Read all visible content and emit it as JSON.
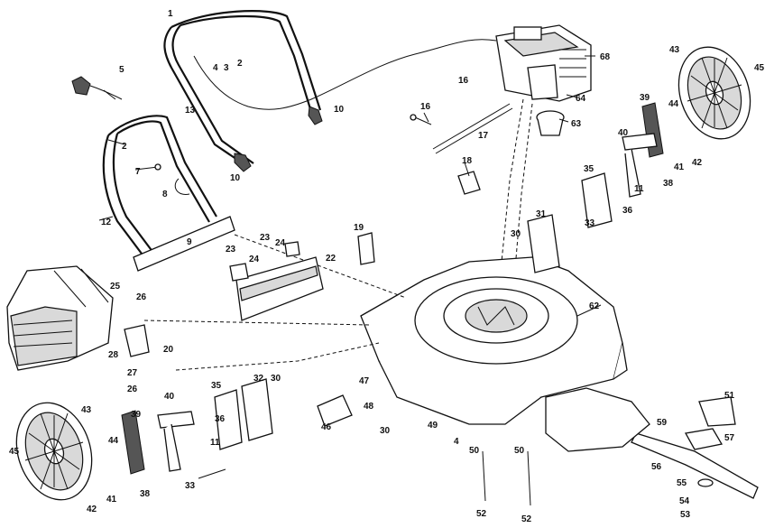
{
  "callouts": [
    {
      "id": "c1",
      "text": "1"
    },
    {
      "id": "c2a",
      "text": "2"
    },
    {
      "id": "c2b",
      "text": "2"
    },
    {
      "id": "c3",
      "text": "3"
    },
    {
      "id": "c4a",
      "text": "4"
    },
    {
      "id": "c4b",
      "text": "4"
    },
    {
      "id": "c5",
      "text": "5"
    },
    {
      "id": "c7",
      "text": "7"
    },
    {
      "id": "c8",
      "text": "8"
    },
    {
      "id": "c9",
      "text": "9"
    },
    {
      "id": "c10a",
      "text": "10"
    },
    {
      "id": "c10b",
      "text": "10"
    },
    {
      "id": "c11a",
      "text": "11"
    },
    {
      "id": "c11b",
      "text": "11"
    },
    {
      "id": "c12",
      "text": "12"
    },
    {
      "id": "c13",
      "text": "13"
    },
    {
      "id": "c16a",
      "text": "16"
    },
    {
      "id": "c16b",
      "text": "16"
    },
    {
      "id": "c17",
      "text": "17"
    },
    {
      "id": "c18",
      "text": "18"
    },
    {
      "id": "c19",
      "text": "19"
    },
    {
      "id": "c20",
      "text": "20"
    },
    {
      "id": "c22",
      "text": "22"
    },
    {
      "id": "c23a",
      "text": "23"
    },
    {
      "id": "c23b",
      "text": "23"
    },
    {
      "id": "c24a",
      "text": "24"
    },
    {
      "id": "c24b",
      "text": "24"
    },
    {
      "id": "c25",
      "text": "25"
    },
    {
      "id": "c26a",
      "text": "26"
    },
    {
      "id": "c26b",
      "text": "26"
    },
    {
      "id": "c27",
      "text": "27"
    },
    {
      "id": "c28",
      "text": "28"
    },
    {
      "id": "c30a",
      "text": "30"
    },
    {
      "id": "c30b",
      "text": "30"
    },
    {
      "id": "c30c",
      "text": "30"
    },
    {
      "id": "c31",
      "text": "31"
    },
    {
      "id": "c32",
      "text": "32"
    },
    {
      "id": "c33a",
      "text": "33"
    },
    {
      "id": "c33b",
      "text": "33"
    },
    {
      "id": "c35a",
      "text": "35"
    },
    {
      "id": "c35b",
      "text": "35"
    },
    {
      "id": "c36a",
      "text": "36"
    },
    {
      "id": "c36b",
      "text": "36"
    },
    {
      "id": "c38a",
      "text": "38"
    },
    {
      "id": "c38b",
      "text": "38"
    },
    {
      "id": "c39a",
      "text": "39"
    },
    {
      "id": "c39b",
      "text": "39"
    },
    {
      "id": "c40a",
      "text": "40"
    },
    {
      "id": "c40b",
      "text": "40"
    },
    {
      "id": "c41a",
      "text": "41"
    },
    {
      "id": "c41b",
      "text": "41"
    },
    {
      "id": "c42a",
      "text": "42"
    },
    {
      "id": "c42b",
      "text": "42"
    },
    {
      "id": "c43a",
      "text": "43"
    },
    {
      "id": "c43b",
      "text": "43"
    },
    {
      "id": "c44a",
      "text": "44"
    },
    {
      "id": "c44b",
      "text": "44"
    },
    {
      "id": "c45a",
      "text": "45"
    },
    {
      "id": "c45b",
      "text": "45"
    },
    {
      "id": "c46",
      "text": "46"
    },
    {
      "id": "c47",
      "text": "47"
    },
    {
      "id": "c48",
      "text": "48"
    },
    {
      "id": "c49",
      "text": "49"
    },
    {
      "id": "c50a",
      "text": "50"
    },
    {
      "id": "c50b",
      "text": "50"
    },
    {
      "id": "c51",
      "text": "51"
    },
    {
      "id": "c52a",
      "text": "52"
    },
    {
      "id": "c52b",
      "text": "52"
    },
    {
      "id": "c53",
      "text": "53"
    },
    {
      "id": "c54",
      "text": "54"
    },
    {
      "id": "c55",
      "text": "55"
    },
    {
      "id": "c56",
      "text": "56"
    },
    {
      "id": "c57",
      "text": "57"
    },
    {
      "id": "c59",
      "text": "59"
    },
    {
      "id": "c62",
      "text": "62"
    },
    {
      "id": "c63",
      "text": "63"
    },
    {
      "id": "c64",
      "text": "64"
    },
    {
      "id": "c68",
      "text": "68"
    }
  ]
}
